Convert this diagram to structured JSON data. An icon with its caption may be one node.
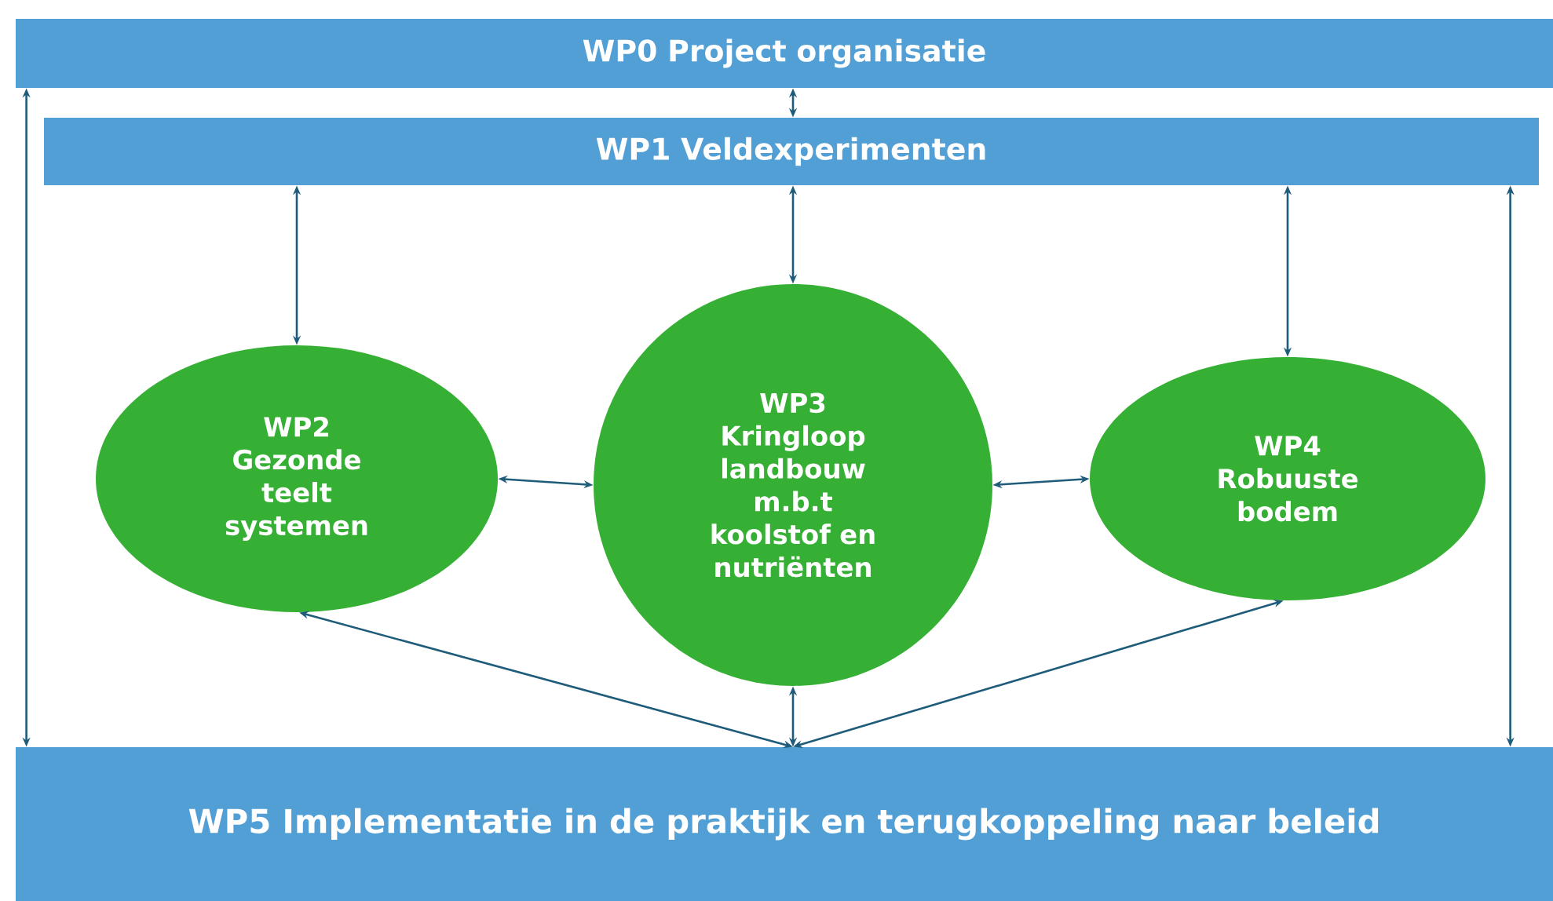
{
  "diagram": {
    "nodes": [
      {
        "text": [
          "WP0 Project organisatie"
        ]
      },
      {
        "text": [
          "WP1 Veldexperimenten"
        ]
      },
      {
        "text": [
          "WP2 Gezonde teelt systemen"
        ]
      },
      {
        "text": [
          "WP3 Kringloop landbouw m.b.t koolstof en nutriënten"
        ]
      },
      {
        "text": [
          "WP4 Robuuste bodem"
        ]
      },
      {
        "text": [
          "WP5 Implementatie in de praktijk en terugkoppeling naar beleid"
        ]
      }
    ],
    "edges": [
      {
        "from": 0,
        "to": 1,
        "arrow": "both"
      },
      {
        "from": 0,
        "to": 5,
        "arrow": "both"
      },
      {
        "from": 1,
        "to": 2,
        "arrow": "both"
      },
      {
        "from": 1,
        "to": 3,
        "arrow": "both"
      },
      {
        "from": 1,
        "to": 4,
        "arrow": "both"
      },
      {
        "from": 1,
        "to": 5,
        "arrow": "both"
      },
      {
        "from": 2,
        "to": 3,
        "arrow": "both"
      },
      {
        "from": 3,
        "to": 4,
        "arrow": "both"
      },
      {
        "from": 5,
        "to": 2,
        "arrow": "both"
      },
      {
        "from": 5,
        "to": 3,
        "arrow": "both"
      },
      {
        "from": 5,
        "to": 4,
        "arrow": "both"
      }
    ]
  }
}
